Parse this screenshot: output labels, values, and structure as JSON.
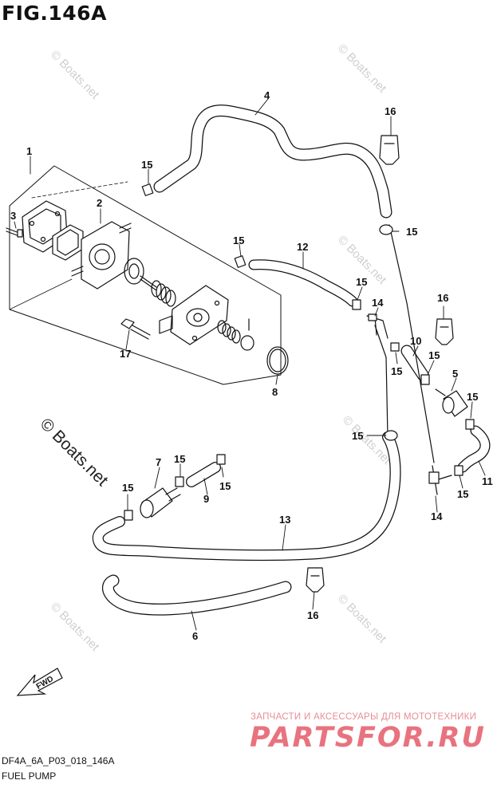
{
  "figure": {
    "title": "FIG.146A"
  },
  "callouts": [
    {
      "label": "1"
    },
    {
      "label": "2"
    },
    {
      "label": "3"
    },
    {
      "label": "4"
    },
    {
      "label": "5"
    },
    {
      "label": "6"
    },
    {
      "label": "7"
    },
    {
      "label": "8"
    },
    {
      "label": "9"
    },
    {
      "label": "10"
    },
    {
      "label": "11"
    },
    {
      "label": "12"
    },
    {
      "label": "13"
    },
    {
      "label": "14"
    },
    {
      "label": "14"
    },
    {
      "label": "15"
    },
    {
      "label": "15"
    },
    {
      "label": "15"
    },
    {
      "label": "15"
    },
    {
      "label": "15"
    },
    {
      "label": "15"
    },
    {
      "label": "15"
    },
    {
      "label": "15"
    },
    {
      "label": "15"
    },
    {
      "label": "15"
    },
    {
      "label": "15"
    },
    {
      "label": "15"
    },
    {
      "label": "15"
    },
    {
      "label": "15"
    },
    {
      "label": "16"
    },
    {
      "label": "16"
    },
    {
      "label": "16"
    },
    {
      "label": "17"
    }
  ],
  "arrow": {
    "label": "FWD"
  },
  "watermark": {
    "text": "© Boats.net",
    "copyright": "© Boats.net"
  },
  "ad": {
    "subtitle": "ЗАПЧАСТИ И АКСЕССУАРЫ ДЛЯ МОТОТЕХНИКИ",
    "brand": "PARTSFOR.RU"
  },
  "footer": {
    "code": "DF4A_6A_P03_018_146A",
    "caption": "FUEL PUMP"
  },
  "colors": {
    "line": "#111111",
    "watermark": "#cfcfcf",
    "ad": "#e8737f"
  }
}
